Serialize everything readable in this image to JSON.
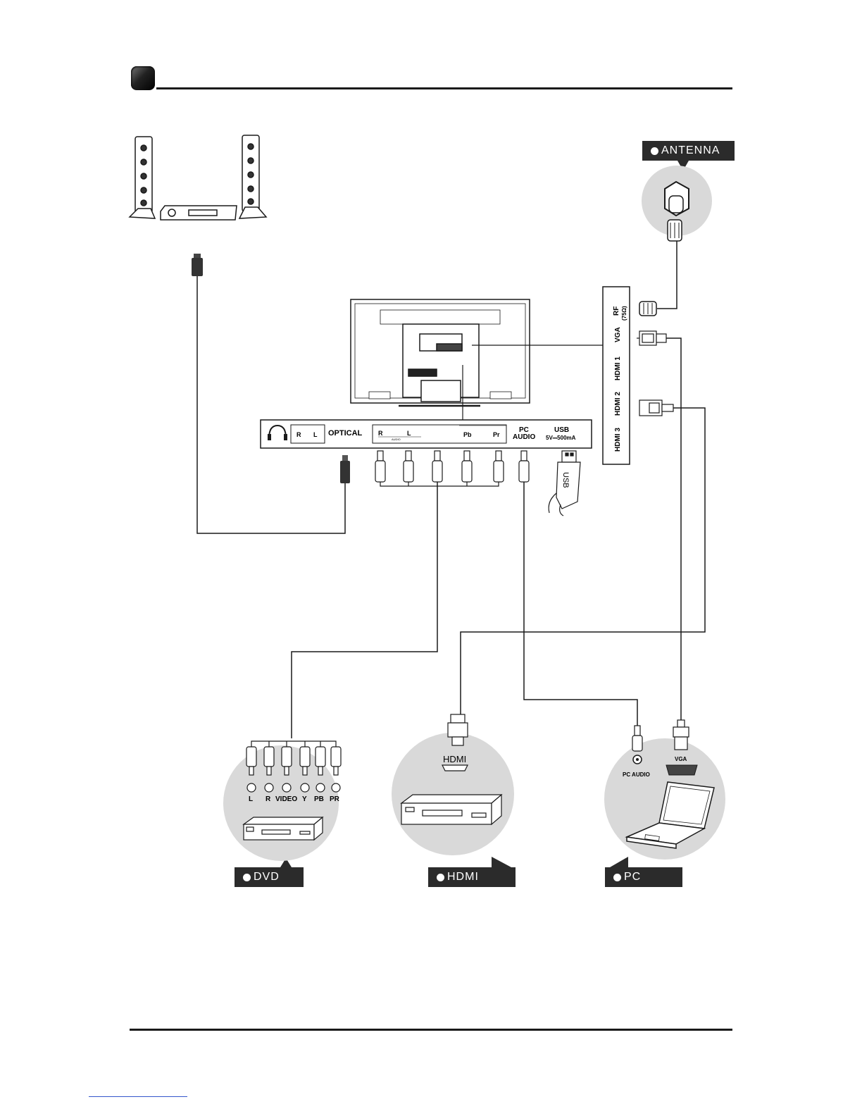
{
  "tags": {
    "antenna": "ANTENNA",
    "dvd": "DVD",
    "hdmi": "HDMI",
    "pc": "PC"
  },
  "panel": {
    "optical": "OPTICAL",
    "headphone_r": "R",
    "headphone_l": "L",
    "audio_r": "R",
    "audio_l": "L",
    "audio_sub": "AUDIO",
    "pb": "Pb",
    "pr": "Pr",
    "pc_audio_line1": "PC",
    "pc_audio_line2": "AUDIO",
    "usb": "USB",
    "usb_rating": "5V⎓500mA"
  },
  "side_panel": {
    "rf": "RF",
    "rf_ohm": "(75Ω)",
    "vga": "VGA",
    "hdmi1": "HDMI 1",
    "hdmi2": "HDMI 2",
    "hdmi3": "HDMI 3"
  },
  "usb_stick_label": "USB",
  "dvd_jacks": [
    "L",
    "R",
    "VIDEO",
    "Y",
    "PB",
    "PR"
  ],
  "hdmi_device_label": "HDMI",
  "pc_labels": {
    "pc_audio": "PC AUDIO",
    "vga": "VGA"
  },
  "colors": {
    "line": "#1a1a1a",
    "circle_bg": "#d9d9d9",
    "tag_bg": "#2b2b2b"
  }
}
